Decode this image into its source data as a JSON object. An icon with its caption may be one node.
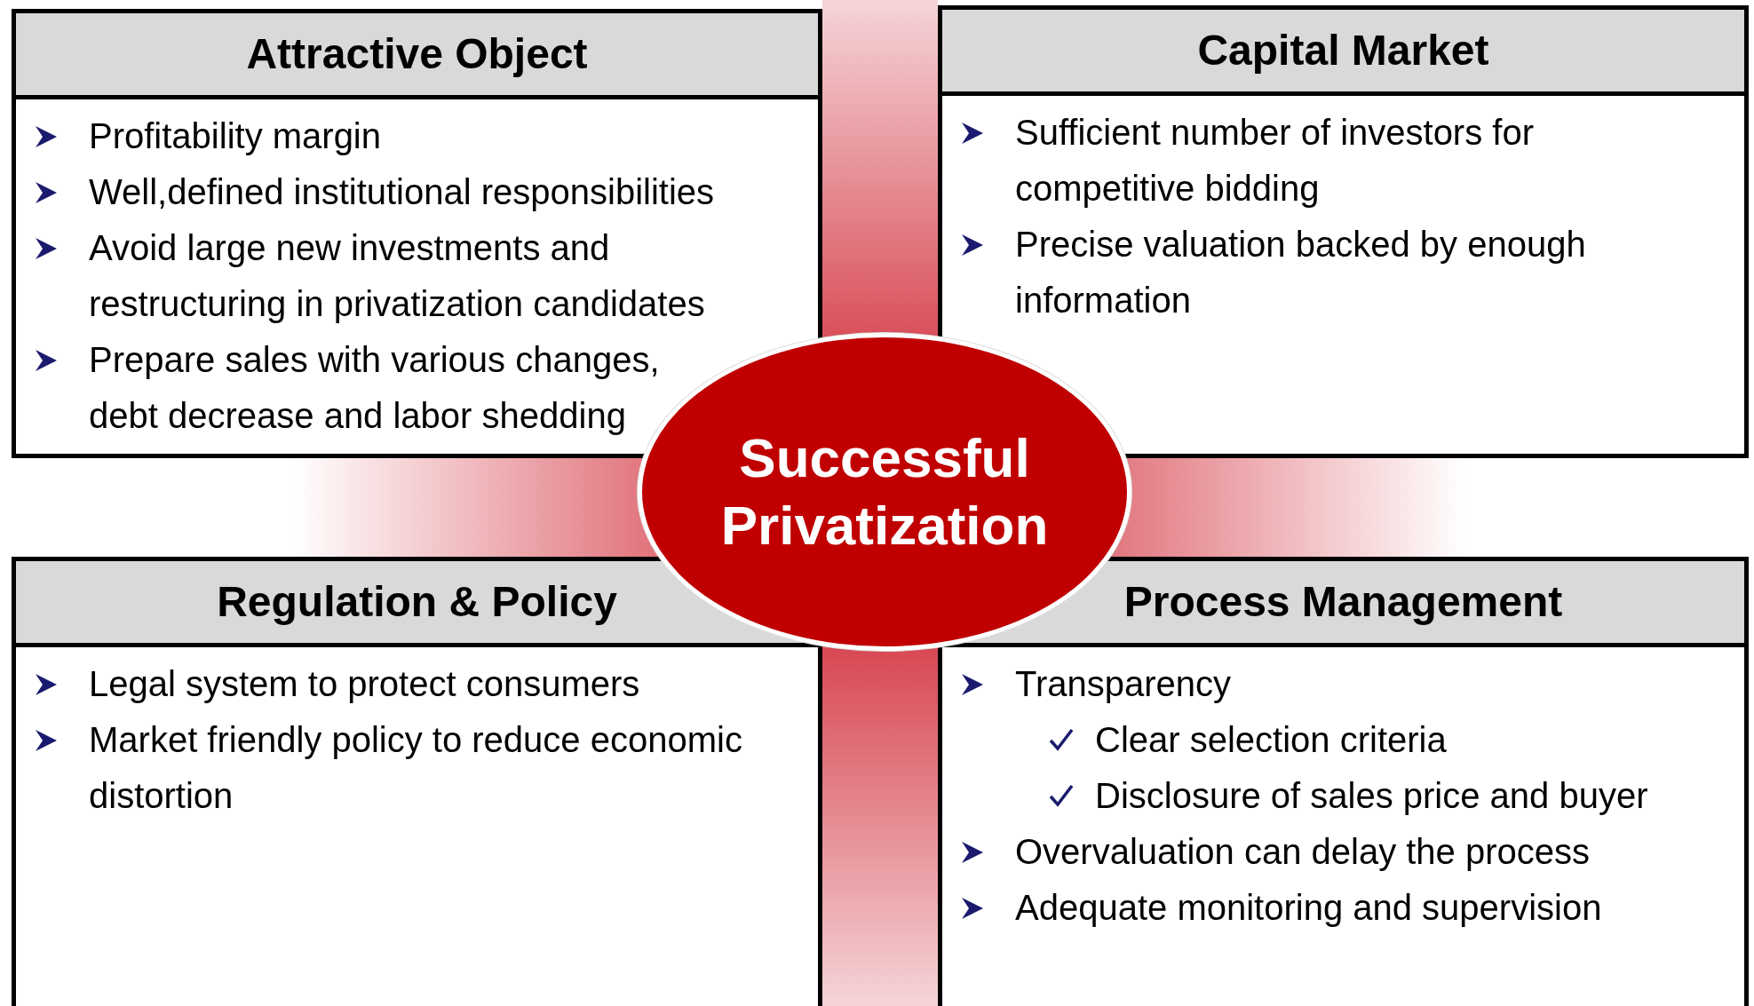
{
  "diagram": {
    "nodes": [
      {
        "text": [
          "Attractive Object",
          "Profitability margin",
          "Well,defined institutional responsibilities",
          "Avoid large new investments and restructuring in privatization candidates",
          "Prepare sales with various changes, debt decrease and labor shedding"
        ]
      },
      {
        "text": [
          "Capital Market",
          "Sufficient number of investors for competitive bidding",
          "Precise valuation backed by enough information"
        ]
      },
      {
        "text": [
          "Successful Privatization"
        ]
      },
      {
        "text": [
          "Regulation & Policy",
          "Legal system to protect consumers",
          "Market friendly policy to reduce economic distortion"
        ]
      },
      {
        "text": [
          "Process Management",
          "Transparency",
          "Clear selection criteria",
          "Disclosure of sales price and buyer",
          "Overvaluation can delay the process",
          "Adequate monitoring and supervision"
        ]
      }
    ]
  }
}
